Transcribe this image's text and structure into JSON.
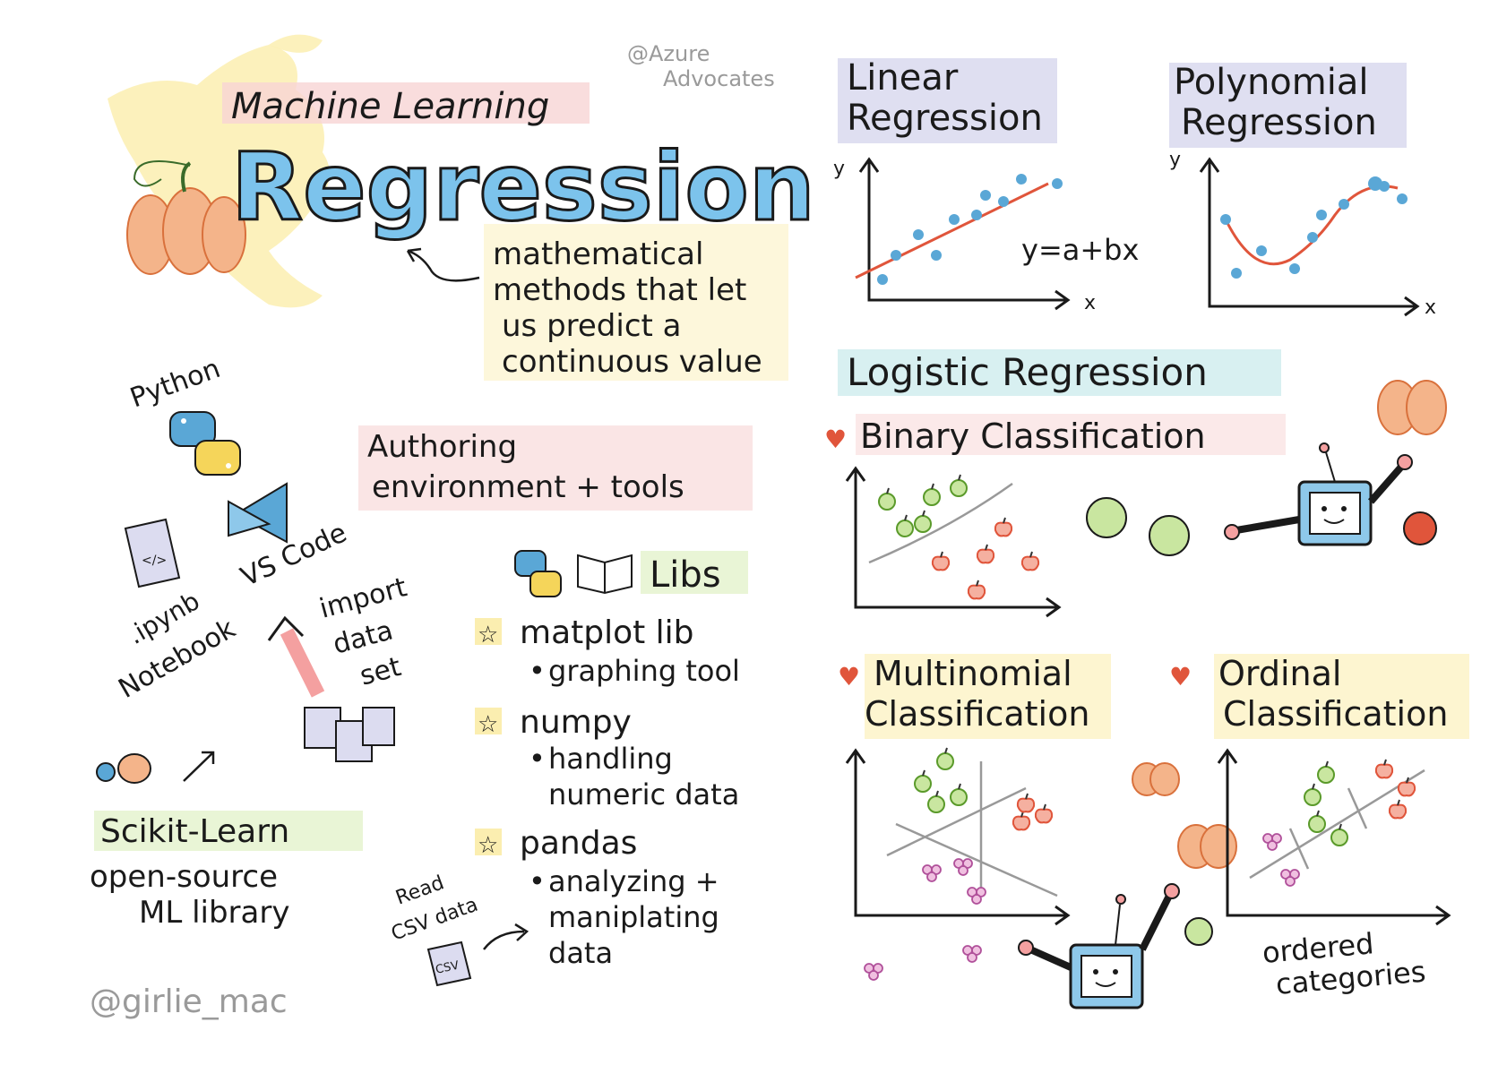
{
  "header": {
    "credit_top": [
      "@Azure",
      "Advocates"
    ],
    "subtitle": "Machine Learning",
    "title": "Regression",
    "definition": [
      "mathematical",
      "methods that let",
      "us predict a",
      "continuous value"
    ]
  },
  "tools": {
    "python_label": "Python",
    "vscode_label": "VS Code",
    "notebook_ext": ".ipynb",
    "notebook_label": "Notebook",
    "import_label": [
      "import",
      "data",
      "set"
    ],
    "authoring_label": [
      "Authoring",
      "environment + tools"
    ],
    "scikit_name": "Scikit-Learn",
    "scikit_desc": [
      "open-source",
      "ML library"
    ]
  },
  "libs": {
    "heading": "Libs",
    "items": [
      {
        "name": "matplot lib",
        "desc": [
          "graphing tool"
        ]
      },
      {
        "name": "numpy",
        "desc": [
          "handling",
          "numeric data"
        ]
      },
      {
        "name": "pandas",
        "desc": [
          "analyzing +",
          "maniplating",
          "data"
        ]
      }
    ],
    "read_label": [
      "Read",
      "CSV data"
    ],
    "csv_badge": "CSV"
  },
  "linear": {
    "title": [
      "Linear",
      "Regression"
    ],
    "equation": "y=a+bx",
    "x_axis": "x",
    "y_axis": "y"
  },
  "polynomial": {
    "title": [
      "Polynomial",
      "Regression"
    ],
    "x_axis": "x",
    "y_axis": "y"
  },
  "logistic": {
    "title": "Logistic Regression",
    "binary": "Binary Classification",
    "multinomial": [
      "Multinomial",
      "Classification"
    ],
    "ordinal": [
      "Ordinal",
      "Classification"
    ],
    "ordinal_note": [
      "ordered",
      "categories"
    ]
  },
  "credit_bottom": "@girlie_mac",
  "colors": {
    "blue": "#5aa7d6",
    "red": "#e0553b",
    "green": "#6fb33e",
    "orange": "#f0a070",
    "purple_grape": "#c96fb5",
    "highlight_pink": "#f7d4d4",
    "highlight_lavender": "#dcdcf0",
    "highlight_cyan": "#d4eef0",
    "highlight_green": "#e3f2cc",
    "highlight_yellow": "#fbeeb0"
  },
  "icons": [
    "north-america-map",
    "pumpkin-icon",
    "python-logo-icon",
    "vscode-icon",
    "notebook-file-icon",
    "data-sheets-icon",
    "book-icon",
    "star-icon",
    "heart-icon",
    "apple-icon",
    "robot-icon",
    "grapes-icon",
    "csv-file-icon",
    "arrow-icon"
  ]
}
